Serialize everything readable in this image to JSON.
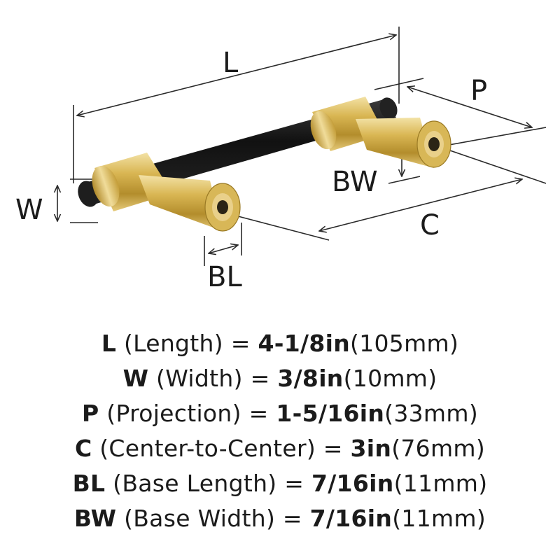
{
  "dimension_labels": {
    "L": "L",
    "W": "W",
    "P": "P",
    "C": "C",
    "BL": "BL",
    "BW": "BW"
  },
  "colors": {
    "brass": "#c9a43f",
    "brass_light": "#ead28a",
    "brass_dark": "#8c6e1d",
    "bar": "#1a1a1a",
    "line": "#2a2a2a"
  },
  "specs": [
    {
      "symbol": "L",
      "name": " (Length) = ",
      "imperial": "4-1/8in",
      "metric": "(105mm)"
    },
    {
      "symbol": "W",
      "name": " (Width) = ",
      "imperial": "3/8in",
      "metric": "(10mm)"
    },
    {
      "symbol": "P",
      "name": " (Projection) = ",
      "imperial": "1-5/16in",
      "metric": "(33mm)"
    },
    {
      "symbol": "C",
      "name": " (Center-to-Center) = ",
      "imperial": "3in",
      "metric": "(76mm)"
    },
    {
      "symbol": "BL",
      "name": " (Base Length) = ",
      "imperial": "7/16in",
      "metric": "(11mm)"
    },
    {
      "symbol": "BW",
      "name": " (Base Width) = ",
      "imperial": "7/16in",
      "metric": "(11mm)"
    }
  ]
}
